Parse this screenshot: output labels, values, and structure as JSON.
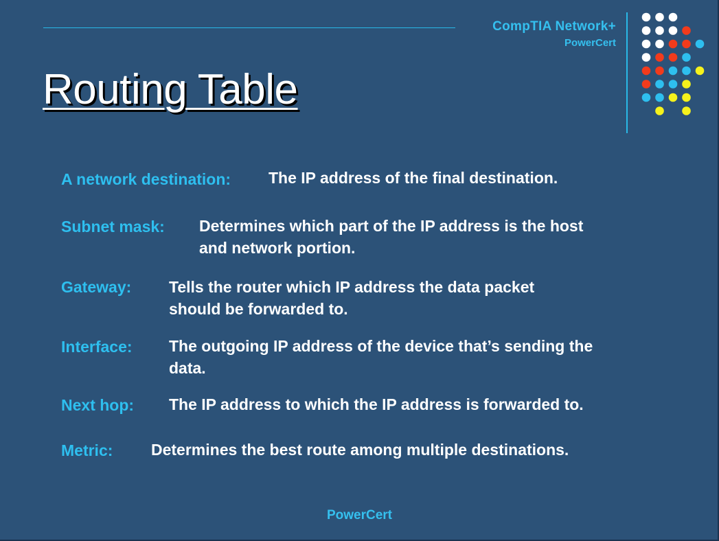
{
  "header": {
    "brand": "CompTIA Network+",
    "sub_brand": "PowerCert"
  },
  "title": "Routing Table",
  "definitions": [
    {
      "term": "A network destination:",
      "lines": [
        "The IP address of the final destination."
      ]
    },
    {
      "term": "Subnet mask:",
      "lines": [
        "Determines which part of the IP address is the host",
        "and network portion."
      ]
    },
    {
      "term": "Gateway:",
      "lines": [
        "Tells the router which IP address the data packet",
        "should be forwarded to."
      ]
    },
    {
      "term": "Interface:",
      "lines": [
        "The outgoing IP address of the device that’s sending the",
        "data."
      ]
    },
    {
      "term": "Next hop:",
      "lines": [
        "The IP address to which the IP address is forwarded to."
      ]
    },
    {
      "term": "Metric:",
      "lines": [
        "Determines the best route among multiple destinations."
      ]
    }
  ],
  "footer": "PowerCert",
  "colors": {
    "background": "#2c5278",
    "accent_blue": "#2ebfef",
    "dot_white": "#ffffff",
    "dot_red": "#f23b1c",
    "dot_blue": "#2ebfef",
    "dot_yellow": "#f5f21c"
  },
  "dot_grid": [
    [
      "white",
      "white",
      "white",
      "",
      ""
    ],
    [
      "white",
      "white",
      "white",
      "red",
      ""
    ],
    [
      "white",
      "white",
      "red",
      "red",
      "blue"
    ],
    [
      "white",
      "red",
      "red",
      "blue",
      ""
    ],
    [
      "red",
      "red",
      "blue",
      "blue",
      "yellow"
    ],
    [
      "red",
      "blue",
      "blue",
      "yellow",
      ""
    ],
    [
      "blue",
      "blue",
      "yellow",
      "yellow",
      ""
    ],
    [
      "",
      "yellow",
      "",
      "yellow",
      ""
    ]
  ]
}
